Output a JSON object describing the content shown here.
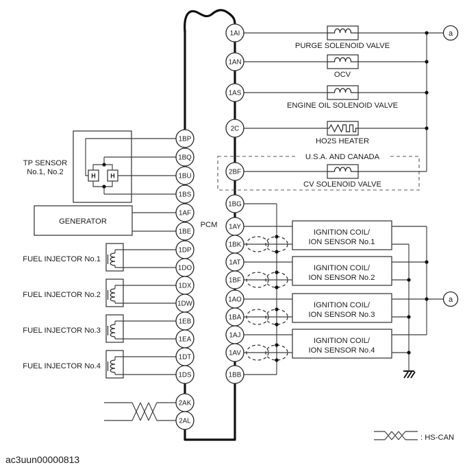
{
  "diagram": {
    "pcm_label": "PCM",
    "figure_code": "ac3uun00000813",
    "connector_a": "a",
    "legend_hs_can": ": HS-CAN",
    "region_note": "U.S.A. AND CANADA"
  },
  "pins": {
    "left": [
      "1BP",
      "1BQ",
      "1BU",
      "1BS",
      "1AF",
      "1BE",
      "1DP",
      "1DO",
      "1DX",
      "1DW",
      "1EB",
      "1EA",
      "1DT",
      "1DS",
      "2AK",
      "2AL"
    ],
    "right": [
      "1AI",
      "1AN",
      "1AS",
      "2C",
      "2BF",
      "1BG",
      "1AY",
      "1BK",
      "1AT",
      "1BF",
      "1AO",
      "1BA",
      "1AJ",
      "1AV",
      "1BB"
    ]
  },
  "components": {
    "tp_sensor": {
      "label1": "TP SENSOR",
      "label2": "No.1, No.2",
      "element": "H"
    },
    "generator": "GENERATOR",
    "fuel_injectors": [
      "FUEL INJECTOR No.1",
      "FUEL INJECTOR No.2",
      "FUEL INJECTOR No.3",
      "FUEL INJECTOR No.4"
    ],
    "purge_solenoid": "PURGE SOLENOID VALVE",
    "ocv": "OCV",
    "engine_oil_solenoid": "ENGINE OIL SOLENOID VALVE",
    "ho2s_heater": "HO2S HEATER",
    "cv_solenoid": "CV SOLENOID VALVE",
    "ignition_coils": [
      {
        "line1": "IGNITION COIL/",
        "line2": "ION SENSOR No.1"
      },
      {
        "line1": "IGNITION COIL/",
        "line2": "ION SENSOR No.2"
      },
      {
        "line1": "IGNITION COIL/",
        "line2": "ION SENSOR No.3"
      },
      {
        "line1": "IGNITION COIL/",
        "line2": "ION SENSOR No.4"
      }
    ]
  }
}
